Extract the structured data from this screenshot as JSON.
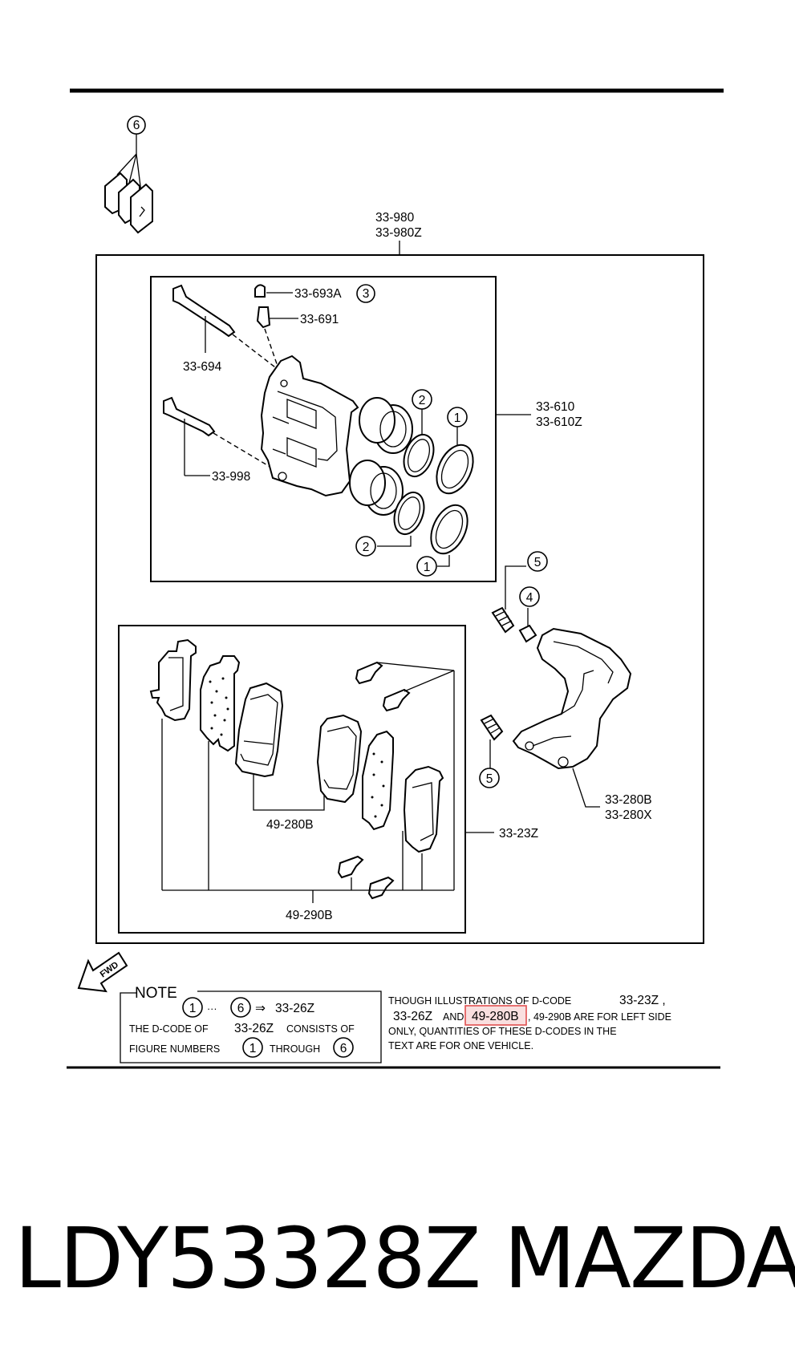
{
  "diagram": {
    "assembly_codes": [
      "33-980",
      "33-980Z"
    ],
    "caliper_codes": [
      "33-610",
      "33-610Z"
    ],
    "bracket_codes": [
      "33-280B",
      "33-280X"
    ],
    "parts": {
      "bleeder_cap": "33-693A",
      "bleeder_screw": "33-691",
      "guide_pin_upper": "33-694",
      "guide_pin_lower": "33-998",
      "pad_shim_kit": "33-23Z",
      "pad_set": "49-280B",
      "pad_set_kit": "49-290B"
    },
    "callouts": [
      "1",
      "2",
      "3",
      "4",
      "5",
      "6"
    ],
    "fwd_label": "FWD"
  },
  "note": {
    "title": "NOTE",
    "range_arrow": "⇒",
    "range_dots": "···",
    "range_code": "33-26Z",
    "line2_a": "THE D-CODE OF",
    "line2_b": "33-26Z",
    "line2_c": "CONSISTS OF",
    "line3_a": "FIGURE NUMBERS",
    "line3_b": "THROUGH",
    "right_l1_a": "THOUGH ILLUSTRATIONS OF D-CODE",
    "right_l1_b": "33-23Z ,",
    "right_l2_a": "33-26Z",
    "right_l2_and": "AND",
    "right_l2_highlight": "49-280B",
    "right_l2_b": ", 49-290B ARE FOR LEFT SIDE",
    "right_l3": "ONLY, QUANTITIES OF THESE D-CODES IN THE",
    "right_l4": "TEXT ARE FOR ONE VEHICLE.",
    "highlight_color": "#e05050"
  },
  "footer": {
    "part_number": "LDY53328Z",
    "brand": "MAZDA"
  }
}
